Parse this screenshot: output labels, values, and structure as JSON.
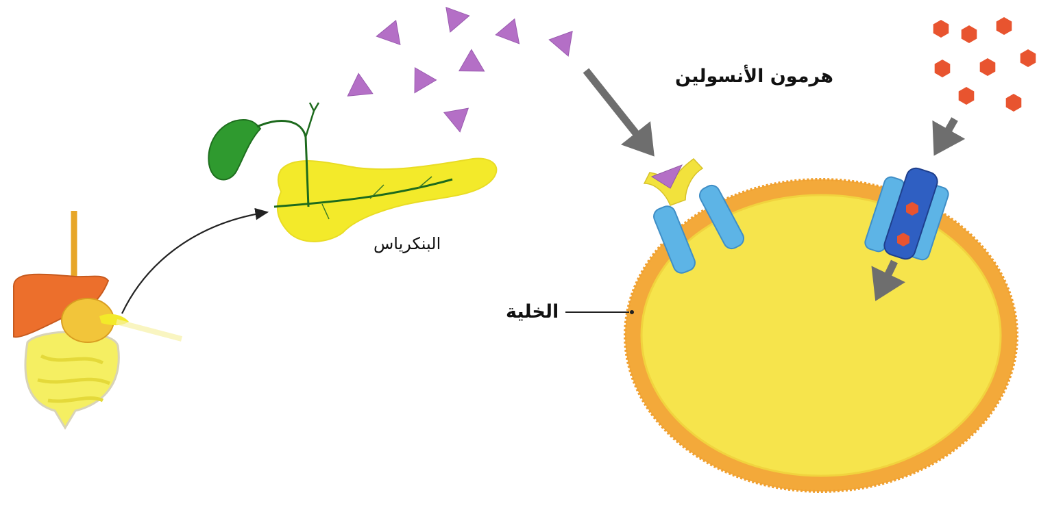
{
  "labels": {
    "insulin_hormone": "هرمون الأنسولين",
    "pancreas": "البنكرياس",
    "cell": "الخلية"
  },
  "colors": {
    "insulin": "#b46fc6",
    "glucose": "#e8542f",
    "cell_membrane": "#f3a93a",
    "cell_interior": "#f6e44c",
    "receptor": "#5db4e6",
    "receptor_binding": "#f2e23c",
    "channel": "#2f5fc2",
    "pancreas": "#f3ea2a",
    "gallbladder": "#2f9a2f",
    "liver": "#ea6e2c",
    "arrow": "#6e6e6e"
  },
  "icons": {
    "insulin": "triangle",
    "glucose": "hexagon"
  }
}
